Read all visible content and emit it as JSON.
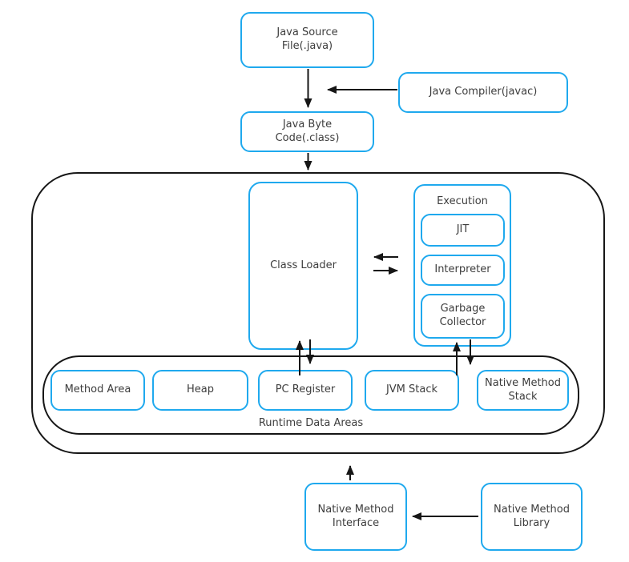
{
  "colors": {
    "accent": "#1fa9ee",
    "line": "#161616",
    "text": "#3d3d3d",
    "background": "#ffffff"
  },
  "nodes": {
    "java_source": {
      "label": "Java Source\nFile(.java)"
    },
    "java_compiler": {
      "label": "Java Compiler(javac)"
    },
    "java_bytecode": {
      "label": "Java Byte\nCode(.class)"
    },
    "class_loader": {
      "label": "Class Loader"
    },
    "execution": {
      "label": "Execution"
    },
    "jit": {
      "label": "JIT"
    },
    "interpreter": {
      "label": "Interpreter"
    },
    "garbage_collector": {
      "label": "Garbage\nCollector"
    },
    "method_area": {
      "label": "Method Area"
    },
    "heap": {
      "label": "Heap"
    },
    "pc_register": {
      "label": "PC Register"
    },
    "jvm_stack": {
      "label": "JVM Stack"
    },
    "native_method_stack": {
      "label": "Native Method\nStack"
    },
    "runtime_data_areas": {
      "label": "Runtime Data Areas"
    },
    "native_method_interface": {
      "label": "Native Method\nInterface"
    },
    "native_method_library": {
      "label": "Native Method\nLibrary"
    }
  },
  "edges": [
    {
      "from": "java_source",
      "to": "java_bytecode",
      "direction": "down"
    },
    {
      "from": "java_compiler",
      "to": "compile-flow",
      "direction": "left"
    },
    {
      "from": "java_bytecode",
      "to": "jvm",
      "direction": "down"
    },
    {
      "from": "execution",
      "to": "class_loader",
      "direction": "left"
    },
    {
      "from": "class_loader",
      "to": "execution",
      "direction": "right"
    },
    {
      "from": "runtime_data_areas",
      "to": "class_loader",
      "direction": "up"
    },
    {
      "from": "class_loader",
      "to": "runtime_data_areas",
      "direction": "down"
    },
    {
      "from": "runtime_data_areas",
      "to": "execution",
      "direction": "up"
    },
    {
      "from": "execution",
      "to": "runtime_data_areas",
      "direction": "down"
    },
    {
      "from": "native_method_interface",
      "to": "jvm",
      "direction": "up"
    },
    {
      "from": "native_method_library",
      "to": "native_method_interface",
      "direction": "left"
    }
  ]
}
